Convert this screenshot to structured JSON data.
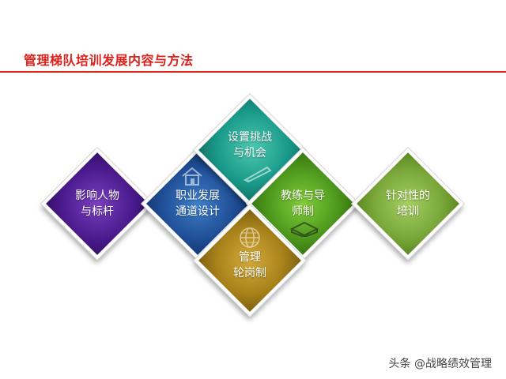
{
  "page": {
    "title": "管理梯队培训发展内容与方法",
    "watermark": "头条 @战略绩效管理"
  },
  "diagram": {
    "nodes": [
      {
        "id": "role-model",
        "label": "影响人物\n与标杆",
        "color": "#4a1a8c",
        "icon": "none"
      },
      {
        "id": "career-path",
        "label": "职业发展\n通道设计",
        "color": "#1f4e96",
        "icon": "house-icon"
      },
      {
        "id": "challenge",
        "label": "设置挑战\n与机会",
        "color": "#1a9a8a",
        "icon": "pen-icon"
      },
      {
        "id": "coaching",
        "label": "教练与导\n师制",
        "color": "#4f9a1e",
        "icon": "book-icon"
      },
      {
        "id": "rotation",
        "label": "管理\n轮岗制",
        "color": "#a8821a",
        "icon": "globe-icon"
      },
      {
        "id": "targeted",
        "label": "针对性的\n培训",
        "color": "#7aa83a",
        "icon": "none"
      }
    ]
  }
}
